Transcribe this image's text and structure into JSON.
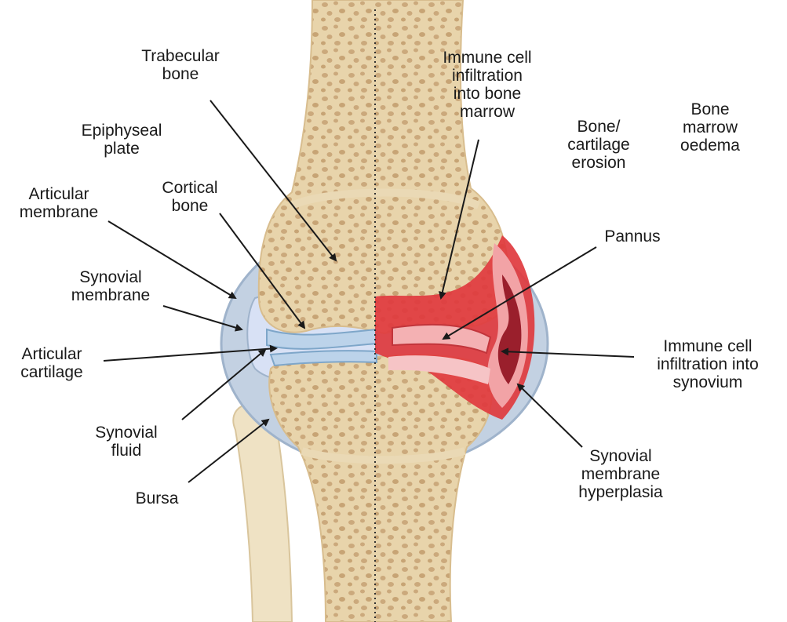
{
  "labels": {
    "trabecular_bone": [
      "Trabecular",
      "bone"
    ],
    "epiphyseal_plate": [
      "Epiphyseal",
      "plate"
    ],
    "articular_membrane": [
      "Articular",
      "membrane"
    ],
    "cortical_bone": [
      "Cortical",
      "bone"
    ],
    "synovial_membrane": [
      "Synovial",
      "membrane"
    ],
    "articular_cartilage": [
      "Articular",
      "cartilage"
    ],
    "synovial_fluid": [
      "Synovial",
      "fluid"
    ],
    "bursa": [
      "Bursa"
    ],
    "immune_cell_bone_marrow": [
      "Immune cell",
      "infiltration",
      "into bone",
      "marrow"
    ],
    "bone_cartilage_erosion": [
      "Bone/",
      "cartilage",
      "erosion"
    ],
    "bone_marrow_oedema": [
      "Bone",
      "marrow",
      "oedema"
    ],
    "pannus": [
      "Pannus"
    ],
    "immune_cell_synovium": [
      "Immune cell",
      "infiltration into",
      "synovium"
    ],
    "synovial_membrane_hyperplasia": [
      "Synovial",
      "membrane",
      "hyperplasia"
    ]
  },
  "colors": {
    "bone_fill": "#e8d4ab",
    "bone_spots": "#c9a77a",
    "membrane": "#a9bfd6",
    "cartilage": "#cfdcf2",
    "inflamed_red": "#e0393e",
    "inflamed_pink": "#f2a3a6",
    "inflamed_dark": "#9a1f2c"
  }
}
